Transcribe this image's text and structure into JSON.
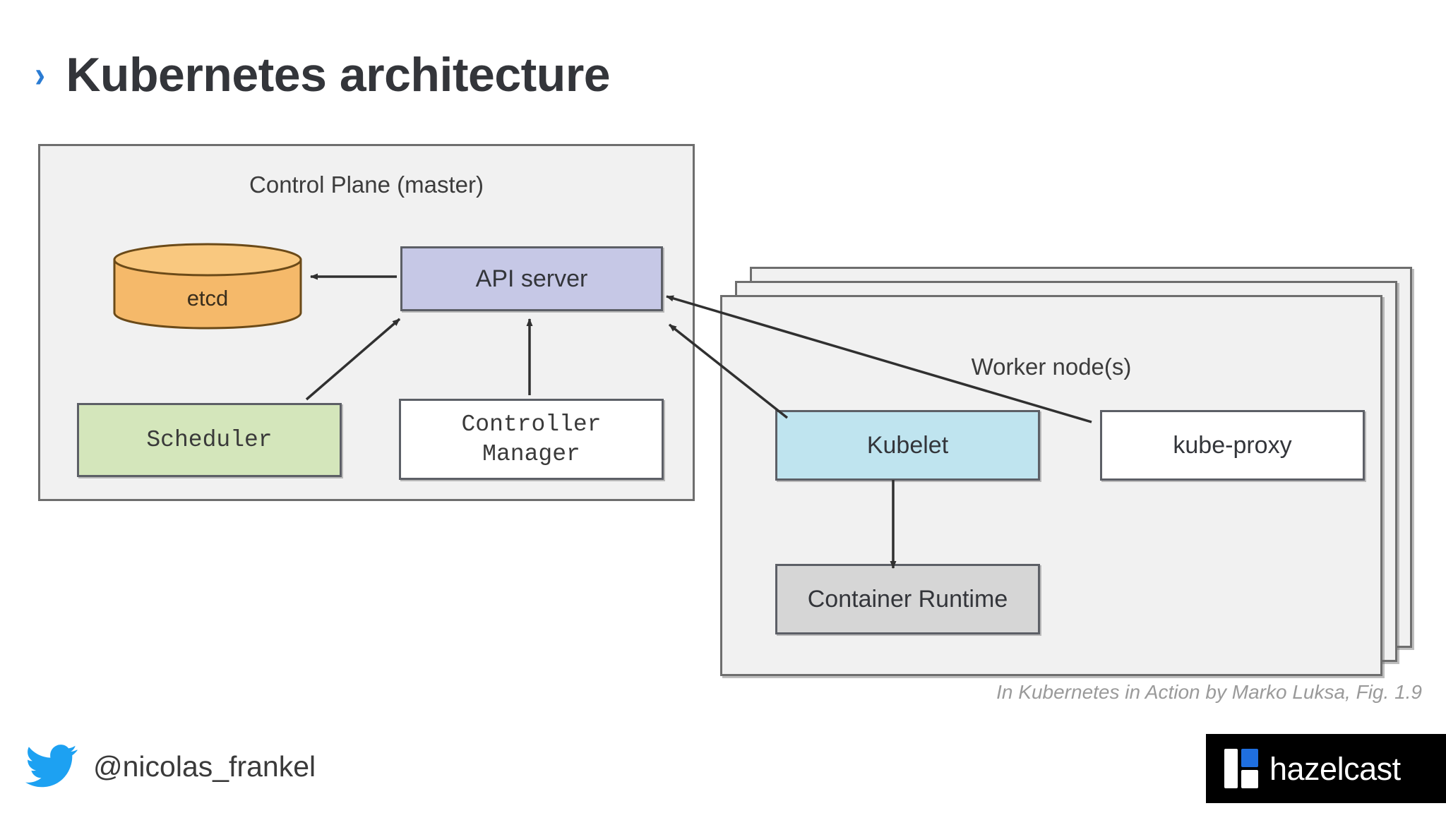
{
  "slide": {
    "title": "Kubernetes architecture",
    "bullet_glyph": "›",
    "accent_color": "#2b7cd3"
  },
  "diagram": {
    "control_plane": {
      "label": "Control Plane (master)",
      "fill": "#f1f1f1",
      "nodes": {
        "etcd": {
          "label": "etcd",
          "fill": "#f5b96a",
          "shape": "cylinder"
        },
        "api_server": {
          "label": "API server",
          "fill": "#c6c8e6",
          "shape": "rect"
        },
        "scheduler": {
          "label": "Scheduler",
          "fill": "#d4e6bb",
          "shape": "rect"
        },
        "controller_manager": {
          "label": "Controller\nManager",
          "line1": "Controller",
          "line2": "Manager",
          "fill": "#ffffff",
          "shape": "rect"
        }
      }
    },
    "worker_nodes": {
      "label": "Worker node(s)",
      "stack_count": 3,
      "fill": "#f1f1f1",
      "nodes": {
        "kubelet": {
          "label": "Kubelet",
          "fill": "#bfe4ef",
          "shape": "rect"
        },
        "kube_proxy": {
          "label": "kube-proxy",
          "fill": "#ffffff",
          "shape": "rect"
        },
        "container_runtime": {
          "label": "Container Runtime",
          "fill": "#d6d6d6",
          "shape": "rect"
        }
      }
    },
    "connections": [
      {
        "from": "api_server",
        "to": "etcd"
      },
      {
        "from": "scheduler",
        "to": "api_server"
      },
      {
        "from": "controller_manager",
        "to": "api_server"
      },
      {
        "from": "kubelet",
        "to": "api_server"
      },
      {
        "from": "kube_proxy",
        "to": "api_server"
      },
      {
        "from": "kubelet",
        "to": "container_runtime"
      }
    ]
  },
  "caption": "In Kubernetes in Action by Marko Luksa, Fig. 1.9",
  "footer": {
    "twitter_handle": "@nicolas_frankel",
    "twitter_color": "#1da1f2",
    "logo_text": "hazelcast",
    "logo_bg": "#000000",
    "logo_accent": "#1f6fe0"
  }
}
